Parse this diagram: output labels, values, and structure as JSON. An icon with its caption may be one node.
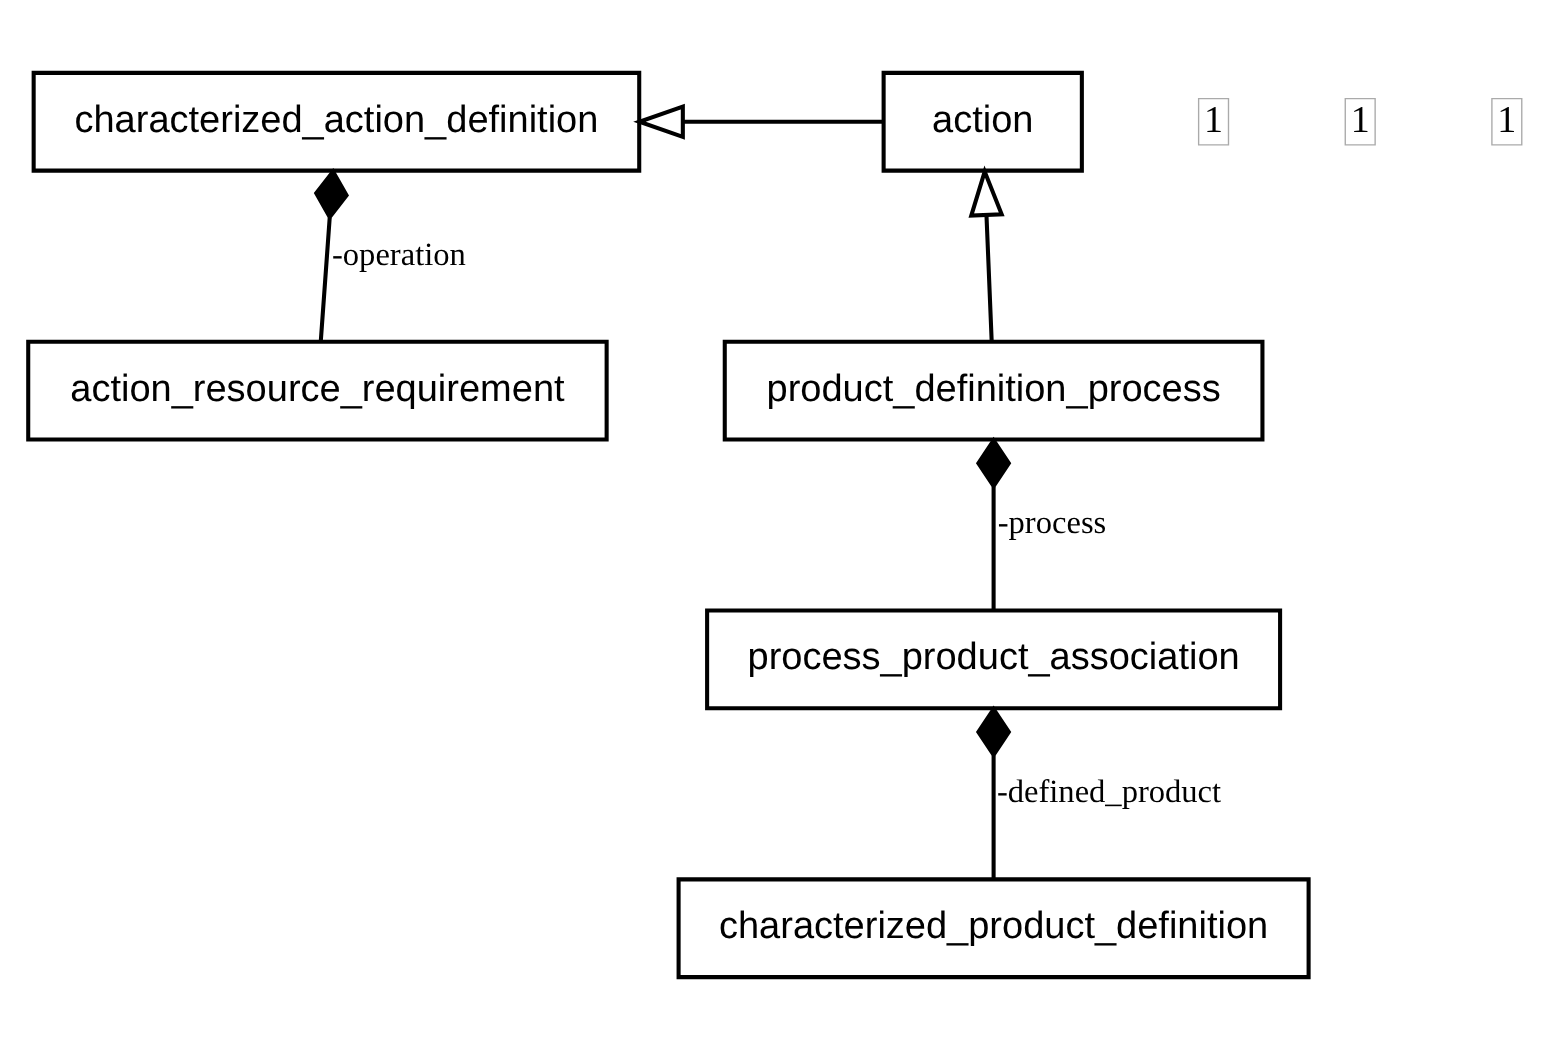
{
  "diagram": {
    "nodes": [
      {
        "text": [
          "characterized_action_definition"
        ]
      },
      {
        "text": [
          "action"
        ]
      },
      {
        "text": [
          "action_resource_requirement"
        ]
      },
      {
        "text": [
          "product_definition_process"
        ]
      },
      {
        "text": [
          "process_product_association"
        ]
      },
      {
        "text": [
          "characterized_product_definition"
        ]
      }
    ],
    "edges": [
      {
        "from": 1,
        "to": 0,
        "arrow": "to"
      },
      {
        "from": 0,
        "to": 2,
        "arrow": "other",
        "label": "-operation"
      },
      {
        "from": 3,
        "to": 1,
        "arrow": "to"
      },
      {
        "from": 3,
        "to": 4,
        "arrow": "other",
        "label": "-process"
      },
      {
        "from": 4,
        "to": 5,
        "arrow": "other",
        "label": "-defined_product"
      }
    ],
    "labels": [
      "1",
      "1",
      "1"
    ]
  }
}
